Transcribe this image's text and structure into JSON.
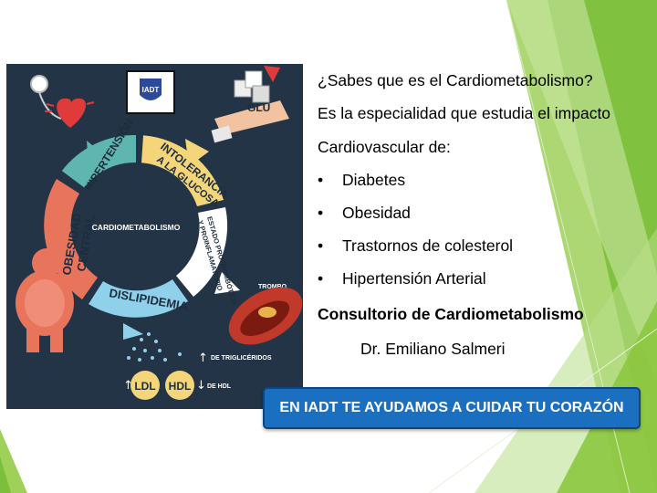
{
  "infographic": {
    "center": "CARDIOMETABOLISMO",
    "hipertension": "HIPERTENSIÓN",
    "intolerancia_1": "INTOLERANCIA",
    "intolerancia_2": "A LA GLUCOSA",
    "estado_1": "ESTADO PROTROMBÓTICO",
    "estado_2": "Y PROINFLAMATORIO",
    "dislipidemia": "DISLIPIDEMIA",
    "obesidad_1": "OBESIDAD",
    "obesidad_2": "CENTRAL",
    "logo": "IADT",
    "glu": "GLU",
    "trombo": "TROMBO",
    "trigliceridos": "DE TRIGLICÉRIDOS",
    "hdl_note": "DE HDL",
    "ldl": "LDL",
    "hdl": "HDL",
    "arrow_up": "↑",
    "arrow_down": "↓"
  },
  "text": {
    "line1": "¿Sabes que es el Cardiometabolismo?",
    "line2": "Es la especialidad que estudia el impacto",
    "line3": "Cardiovascular de:",
    "bullet_char": "•",
    "bullets": [
      "Diabetes",
      "Obesidad",
      "Trastornos de colesterol",
      "Hipertensión Arterial"
    ],
    "consultorio": "Consultorio de Cardiometabolismo",
    "doctor": "Dr. Emiliano Salmeri"
  },
  "cta": {
    "label": "EN IADT TE AYUDAMOS A CUIDAR TU CORAZÓN",
    "color": "#1b6fc0"
  },
  "colors": {
    "infographic_bg": "#223446",
    "teal": "#5fb6b0",
    "yellow": "#f4d57a",
    "salmon": "#e9745c",
    "light_blue": "#8fd0ea",
    "green_deco": "#8cc63f"
  }
}
